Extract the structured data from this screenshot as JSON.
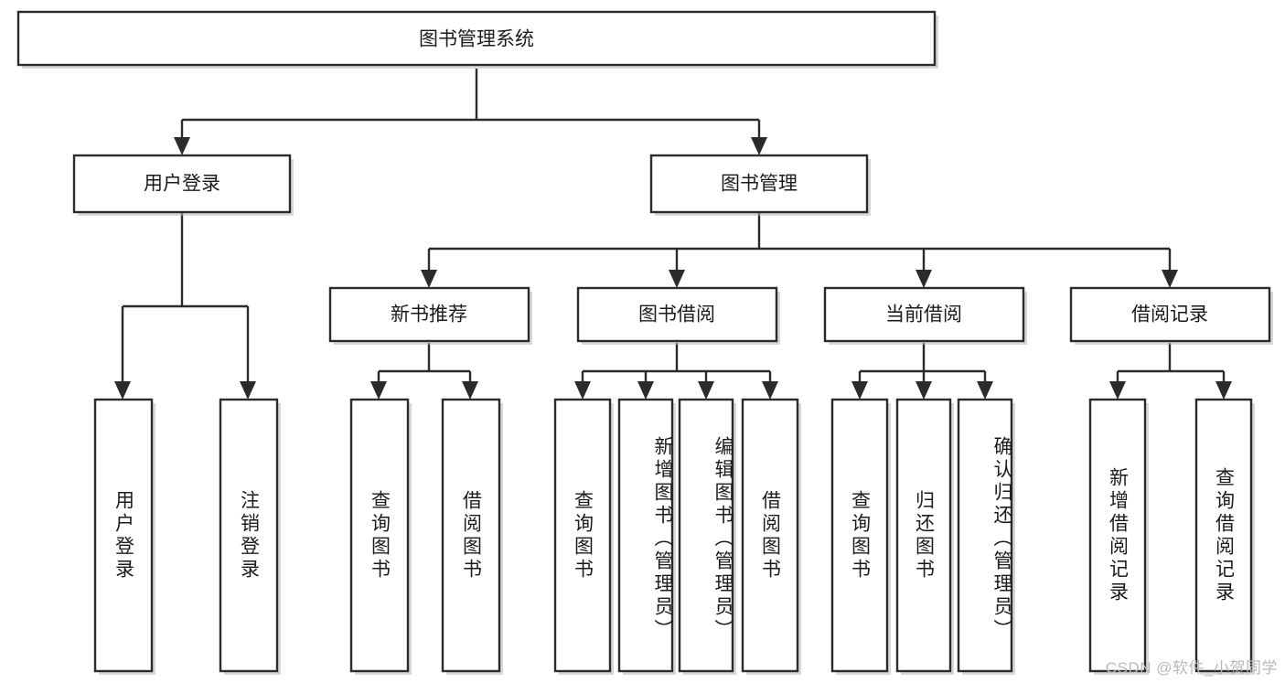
{
  "diagram": {
    "title": "图书管理系统",
    "type": "hierarchy-tree",
    "watermark": "CSDN @软件_小贺同学",
    "colors": {
      "stroke": "#2b2b2b",
      "fill": "#ffffff",
      "text": "#1b1b1b",
      "watermark": "#b9b9b9"
    },
    "levels": {
      "root": {
        "label": "图书管理系统"
      },
      "level2": [
        {
          "label": "用户登录"
        },
        {
          "label": "图书管理"
        }
      ],
      "level3": [
        {
          "label": "新书推荐"
        },
        {
          "label": "图书借阅"
        },
        {
          "label": "当前借阅"
        },
        {
          "label": "借阅记录"
        }
      ],
      "leaves": {
        "user_login": [
          {
            "label": "用户登录"
          },
          {
            "label": "注销登录"
          }
        ],
        "new_book_recommend": [
          {
            "label": "查询图书"
          },
          {
            "label": "借阅图书"
          }
        ],
        "book_borrow": [
          {
            "label": "查询图书"
          },
          {
            "label": "新增图书（管理员）"
          },
          {
            "label": "编辑图书（管理员）"
          },
          {
            "label": "借阅图书"
          }
        ],
        "current_borrow": [
          {
            "label": "查询图书"
          },
          {
            "label": "归还图书"
          },
          {
            "label": "确认归还（管理员）"
          }
        ],
        "borrow_record": [
          {
            "label": "新增借阅记录"
          },
          {
            "label": "查询借阅记录"
          }
        ]
      }
    }
  }
}
